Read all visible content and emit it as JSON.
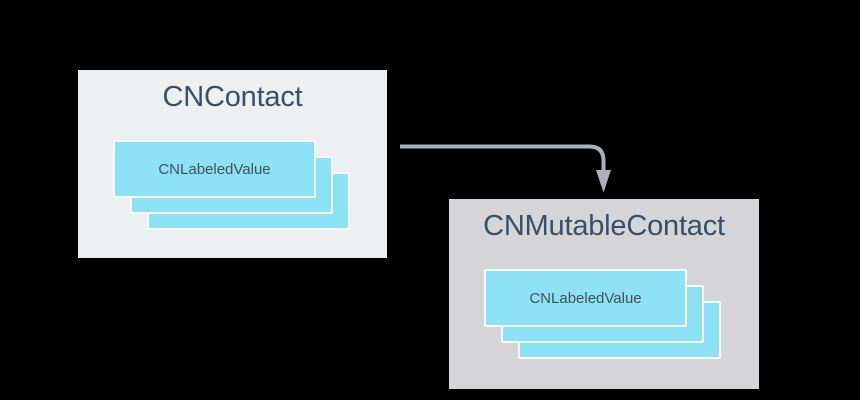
{
  "colors": {
    "page_bg": "#000000",
    "source_box_fill": "#edf0f1",
    "target_box_fill": "#d5d5d7",
    "card_fill": "#8ce1f5",
    "card_border": "#f4fbfd",
    "title_text": "#36506b",
    "card_text": "#44505b",
    "arrow": "#a9b2ba"
  },
  "diagram": {
    "source": {
      "title": "CNContact",
      "card_label": "CNLabeledValue",
      "stacked_card_count": 3
    },
    "target": {
      "title": "CNMutableContact",
      "card_label": "CNLabeledValue",
      "stacked_card_count": 3
    }
  }
}
